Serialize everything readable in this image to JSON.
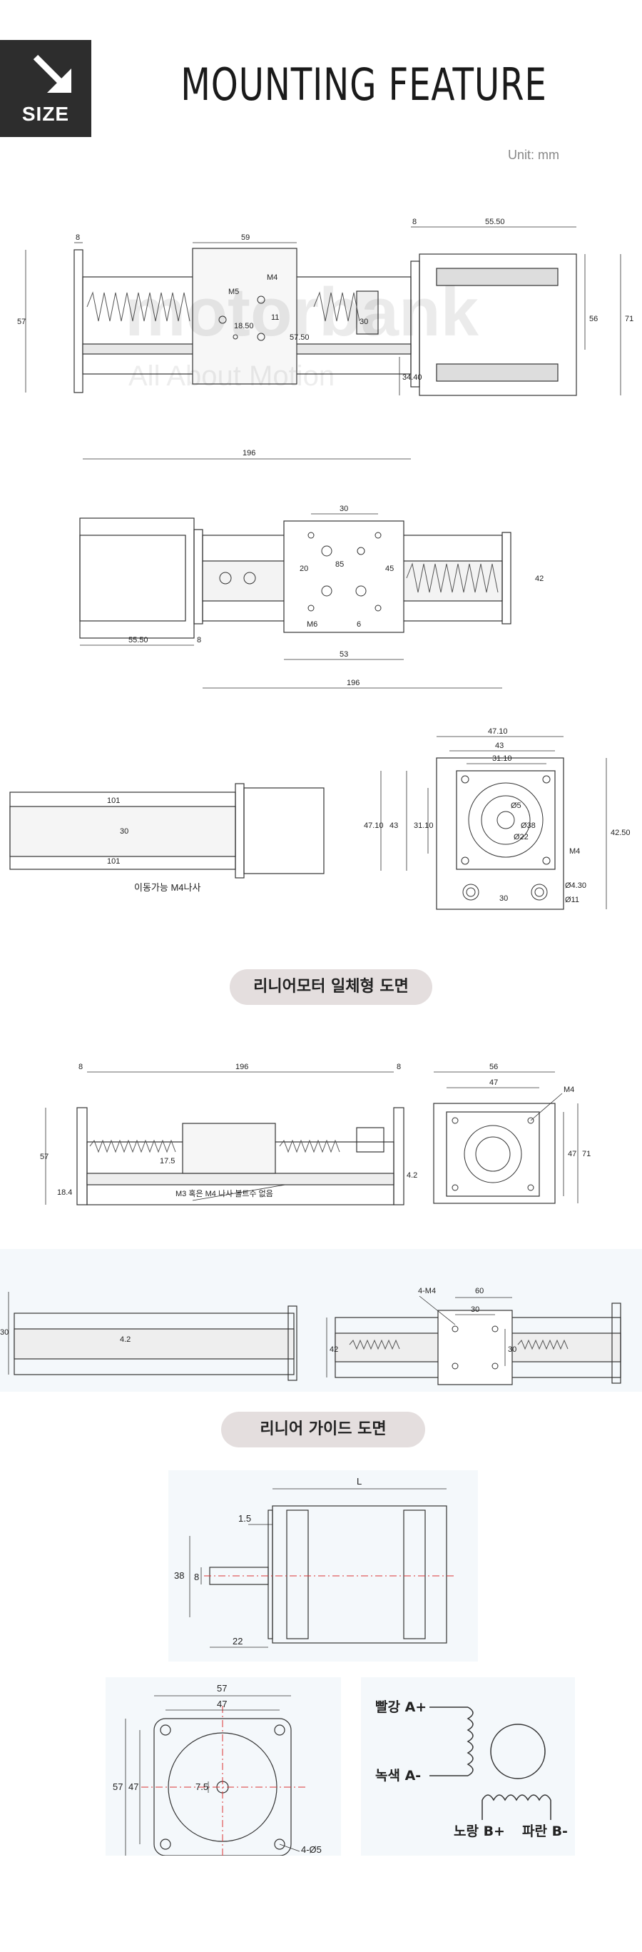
{
  "badge": {
    "label": "SIZE",
    "icon": "arrow-down-right-icon"
  },
  "title": "MOUNTING FEATURE",
  "unit": "Unit: mm",
  "watermark": {
    "brand": "motorbank",
    "slogan": "All About Motion"
  },
  "section_labels": {
    "motor_integrated": "리니어모터 일체형 도면",
    "linear_guide": "리니어 가이드 도면"
  },
  "drawing1": {
    "d8": "8",
    "d59": "59",
    "d55_50": "55.50",
    "dM4": "M4",
    "dM5": "M5",
    "d18_50": "18.50",
    "d11": "11",
    "d57_50": "57.50",
    "d30": "30",
    "d56": "56",
    "d71": "71",
    "d57": "57",
    "d34_40": "34.40",
    "d196": "196"
  },
  "drawing2": {
    "d30": "30",
    "d85": "85",
    "d20": "20",
    "d55_50": "55.50",
    "d8": "8",
    "d53": "53",
    "d196": "196",
    "d45": "45",
    "dM6": "M6",
    "d6": "6",
    "d42": "42"
  },
  "drawing3": {
    "d101a": "101",
    "d30": "30",
    "d101b": "101",
    "note": "이동가능 M4나사",
    "d47_10a": "47.10",
    "d43a": "43",
    "d31_10a": "31.10",
    "d47_10b": "47.10",
    "d43b": "43",
    "d31_10b": "31.10",
    "dphi38": "Ø38",
    "dphi22": "Ø22",
    "dphi5": "Ø5",
    "dM4": "M4",
    "dphi4_30": "Ø4.30",
    "dphi11": "Ø11",
    "d30b": "30",
    "d42_50": "42.50"
  },
  "drawing4": {
    "d8a": "8",
    "d196": "196",
    "d8b": "8",
    "d56": "56",
    "d47": "47",
    "dM4": "M4",
    "d57": "57",
    "d71": "71",
    "d47v": "47",
    "d17_5": "17.5",
    "d4_2": "4.2",
    "d18_4": "18.4",
    "note": "M3 혹은 M4 나사 볼트수 없음"
  },
  "drawing5": {
    "d30": "30",
    "d4_2": "4.2",
    "d4M4": "4-M4",
    "d60": "60",
    "d30b": "30",
    "d42": "42",
    "d30v": "30"
  },
  "drawing6": {
    "dL": "L",
    "d1_5": "1.5",
    "d38": "38",
    "d8": "8",
    "d22": "22"
  },
  "drawing7": {
    "d57": "57",
    "d47": "47",
    "d57v": "57",
    "d47v": "47",
    "d7_5": "7.5",
    "d4phi5": "4-Ø5"
  },
  "wiring": {
    "red": "빨강 A+",
    "green": "녹색 A-",
    "yellow": "노랑 B+",
    "blue": "파란 B-"
  }
}
